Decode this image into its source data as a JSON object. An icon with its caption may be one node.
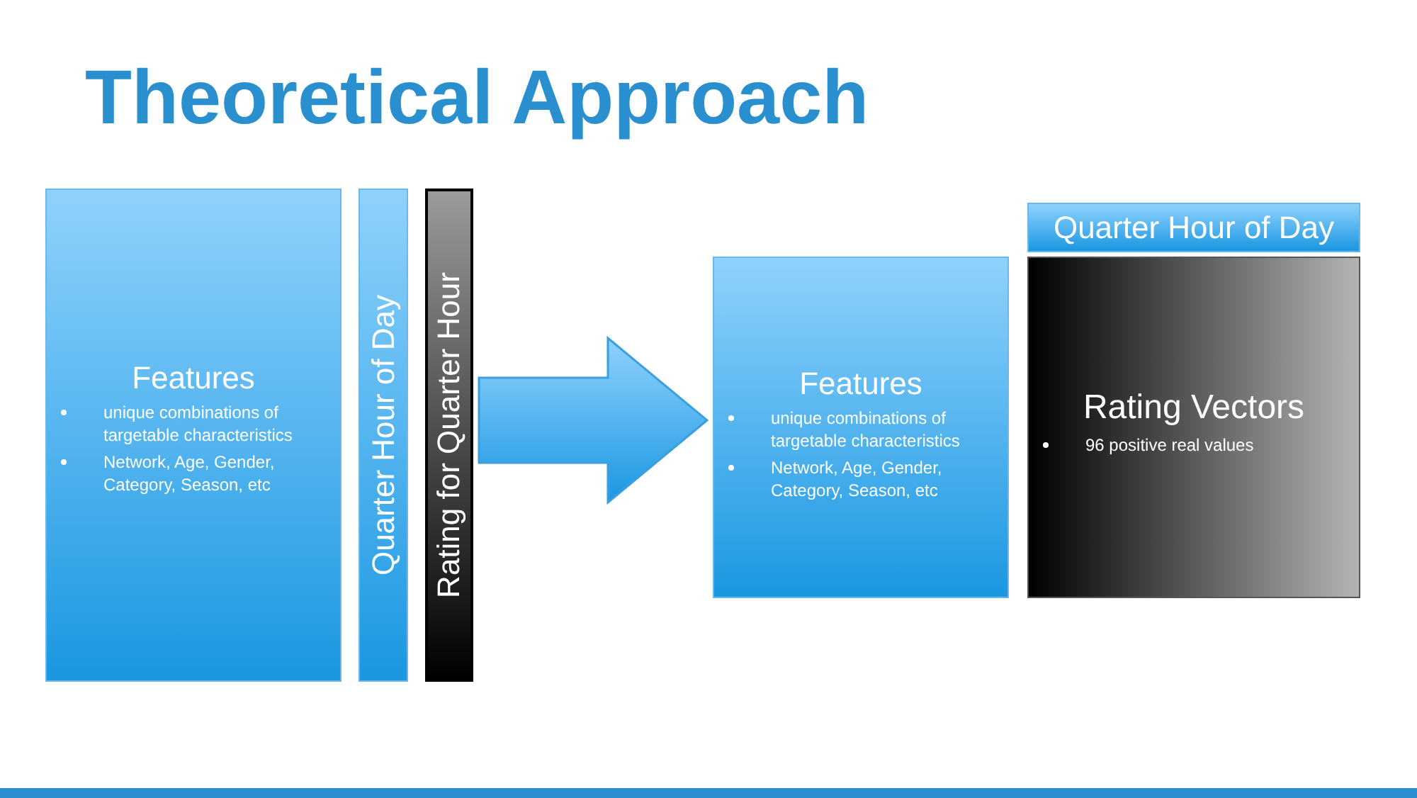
{
  "diagram": {
    "title": "Theoretical Approach",
    "nodes": [
      {
        "text": [
          "Features",
          "unique combinations of targetable characteristics",
          "Network, Age, Gender, Category, Season, etc"
        ]
      },
      {
        "text": [
          "Quarter Hour of Day"
        ]
      },
      {
        "text": [
          "Rating for Quarter Hour"
        ]
      },
      {
        "text": [
          "Features",
          "unique combinations of targetable characteristics",
          "Network, Age, Gender, Category, Season, etc"
        ]
      },
      {
        "text": [
          "Quarter Hour of Day"
        ]
      },
      {
        "text": [
          "Rating Vectors",
          "96 positive real values"
        ]
      }
    ],
    "edges": [
      {
        "from": 2,
        "to": 3,
        "arrow": "to"
      }
    ]
  }
}
